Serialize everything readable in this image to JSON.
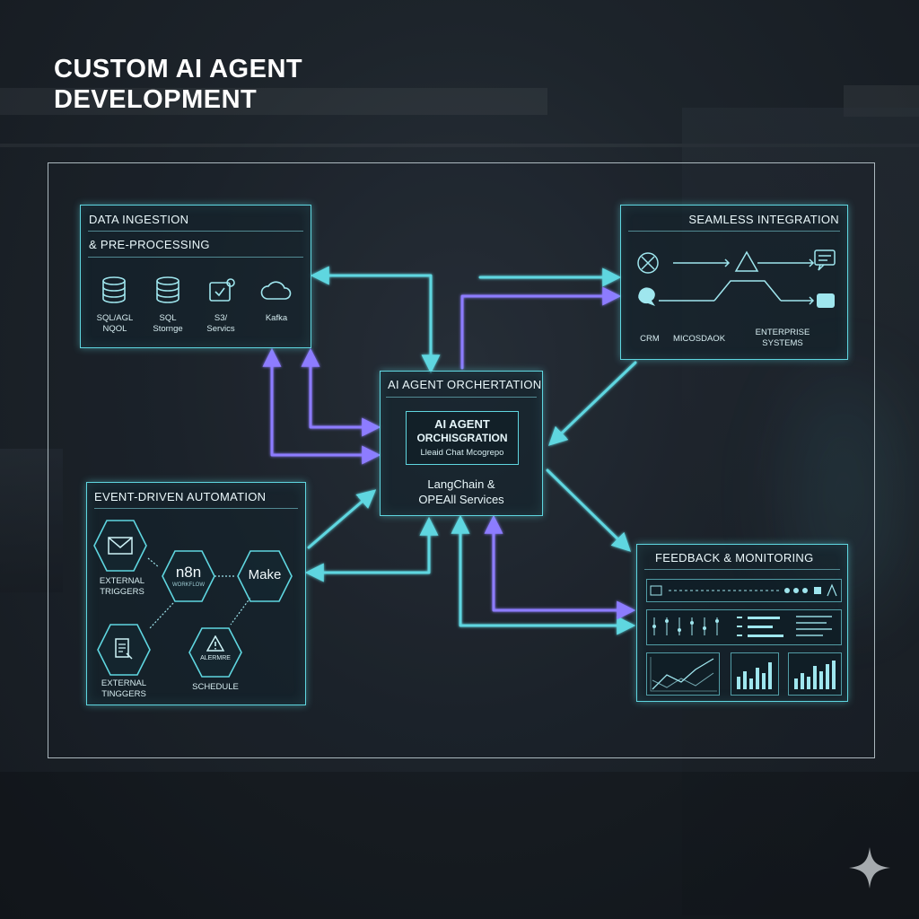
{
  "title": {
    "line1": "CUSTOM AI AGENT",
    "line2": "DEVELOPMENT"
  },
  "colors": {
    "cyan": "#5fd6e0",
    "purple": "#8d7bff",
    "text": "#eaf8fb"
  },
  "data_ingestion": {
    "title_line1": "DATA INGESTION",
    "title_line2": "& PRE-PROCESSING",
    "sources": [
      {
        "icon": "database-icon",
        "label_line1": "SQL/AGL",
        "label_line2": "NQOL"
      },
      {
        "icon": "database-icon",
        "label_line1": "SQL",
        "label_line2": "Stornge"
      },
      {
        "icon": "cloud-storage-icon",
        "label_line1": "S3/",
        "label_line2": "Servics"
      },
      {
        "icon": "cloud-icon",
        "label_line1": "Kafka",
        "label_line2": ""
      }
    ]
  },
  "integration": {
    "title": "SEAMLESS INTEGRATION",
    "items": [
      {
        "icon": "crm-icon",
        "label": "CRM"
      },
      {
        "icon": "microsoft-icon",
        "label": "MICOSDAOK"
      },
      {
        "icon": "enterprise-icon",
        "label_line1": "ENTERPRISE",
        "label_line2": "SYSTEMS"
      }
    ]
  },
  "orchestration": {
    "title": "AI AGENT ORCHERTATION",
    "inner_line1": "AI AGENT",
    "inner_line2": "ORCHISGRATION",
    "inner_line3": "Lleaid Chat Mcogrepo",
    "services_line1": "LangChain &",
    "services_line2": "OPEAll Services"
  },
  "automation": {
    "title": "EVENT-DRIVEN AUTOMATION",
    "nodes": [
      {
        "icon": "mail-icon",
        "label_line1": "EXTERNAL",
        "label_line2": "TRIGGERS"
      },
      {
        "text": "n8n",
        "subtext": "WORKFLOW"
      },
      {
        "text": "Make"
      },
      {
        "icon": "document-icon",
        "label_line1": "EXTERNAL",
        "label_line2": "TINGGERS"
      },
      {
        "icon": "warning-icon",
        "inner": "ALERMRE",
        "label": "SCHEDULE"
      }
    ]
  },
  "feedback": {
    "title": "FEEDBACK & MONITORING"
  }
}
